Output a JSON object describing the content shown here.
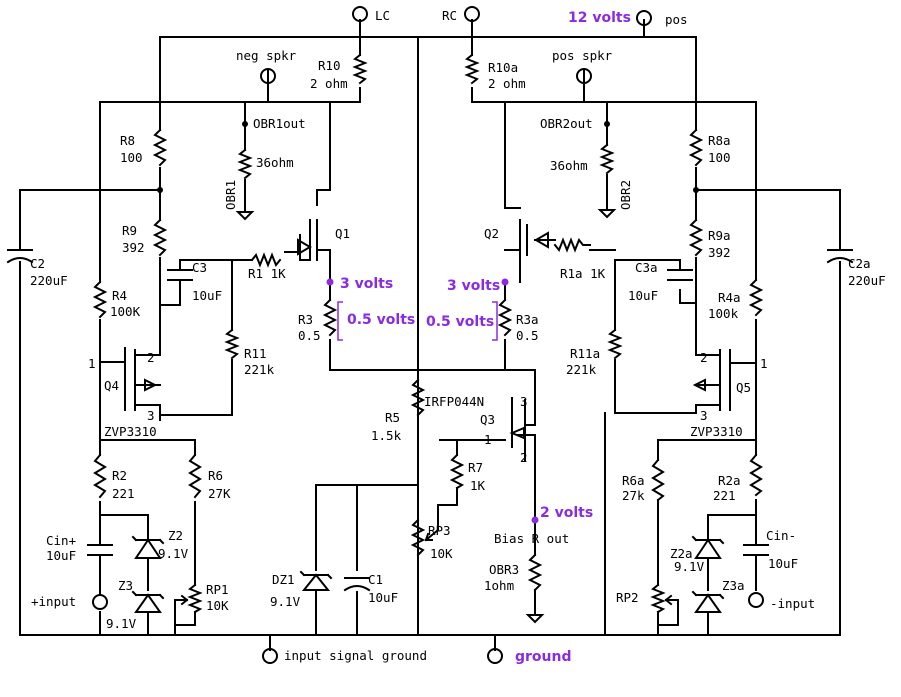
{
  "labels": {
    "lc": "LC",
    "rc": "RC",
    "v12": "12 volts",
    "pos": "pos",
    "neg_spkr": "neg spkr",
    "pos_spkr": "pos spkr",
    "r10": "R10",
    "r10v": "2 ohm",
    "r10a": "R10a",
    "r10av": "2 ohm",
    "obr1out": "OBR1out",
    "obr2out": "OBR2out",
    "ohm36a": "36ohm",
    "ohm36b": "36ohm",
    "obr1": "OBR1",
    "obr2": "OBR2",
    "r8": "R8",
    "r8v": "100",
    "r8a": "R8a",
    "r8av": "100",
    "r9": "R9",
    "r9v": "392",
    "r9a": "R9a",
    "r9av": "392",
    "c2": "C2",
    "c2v": "220uF",
    "c2a": "C2a",
    "c2av": "220uF",
    "c3": "C3",
    "c3v": "10uF",
    "c3a": "C3a",
    "c3av": "10uF",
    "r1": "R1 1K",
    "r1a": "R1a 1K",
    "q1": "Q1",
    "q2": "Q2",
    "v3a": "3 volts",
    "v3b": "3 volts",
    "v05a": "0.5 volts",
    "v05b": "0.5 volts",
    "r4": "R4",
    "r4v": "100K",
    "r4a": "R4a",
    "r4av": "100k",
    "r3": "R3",
    "r3v": "0.5",
    "r3a": "R3a",
    "r3av": "0.5",
    "r11": "R11",
    "r11v": "221k",
    "r11a": "R11a",
    "r11av": "221k",
    "q4": "Q4",
    "q5": "Q5",
    "zvp_a": "ZVP3310",
    "zvp_b": "ZVP3310",
    "n1a": "1",
    "n2a": "2",
    "n3a": "3",
    "n1b": "1",
    "n2b": "2",
    "n3b": "3",
    "irfp": "IRFP044N",
    "q3": "Q3",
    "q3n1": "1",
    "q3n2": "2",
    "q3n3": "3",
    "r5": "R5",
    "r5v": "1.5k",
    "r7": "R7",
    "r7v": "1K",
    "r2": "R2",
    "r2v": "221",
    "r6": "R6",
    "r6v": "27K",
    "r6a": "R6a",
    "r6av": "27k",
    "r2a": "R2a",
    "r2av": "221",
    "v2": "2 volts",
    "rp3": "RP3",
    "rp3v": "10K",
    "bias": "Bias R out",
    "cinp": "Cin+",
    "cinpv": "10uF",
    "z2": "Z2",
    "z2v": "9.1V",
    "z2a": "Z2a",
    "z2av": "9.1V",
    "cinm": "Cin-",
    "cinmv": "10uF",
    "dz1": "DZ1",
    "dz1v": "9.1V",
    "c1": "C1",
    "c1v": "10uF",
    "obr3": "OBR3",
    "obr3v": "1ohm",
    "in_plus": "+input",
    "z3": "Z3",
    "z3v": "9.1V",
    "rp1": "RP1",
    "rp1v": "10K",
    "rp2": "RP2",
    "z3a": "Z3a",
    "in_minus": "-input",
    "isg": "input signal ground",
    "gnd": "ground"
  }
}
